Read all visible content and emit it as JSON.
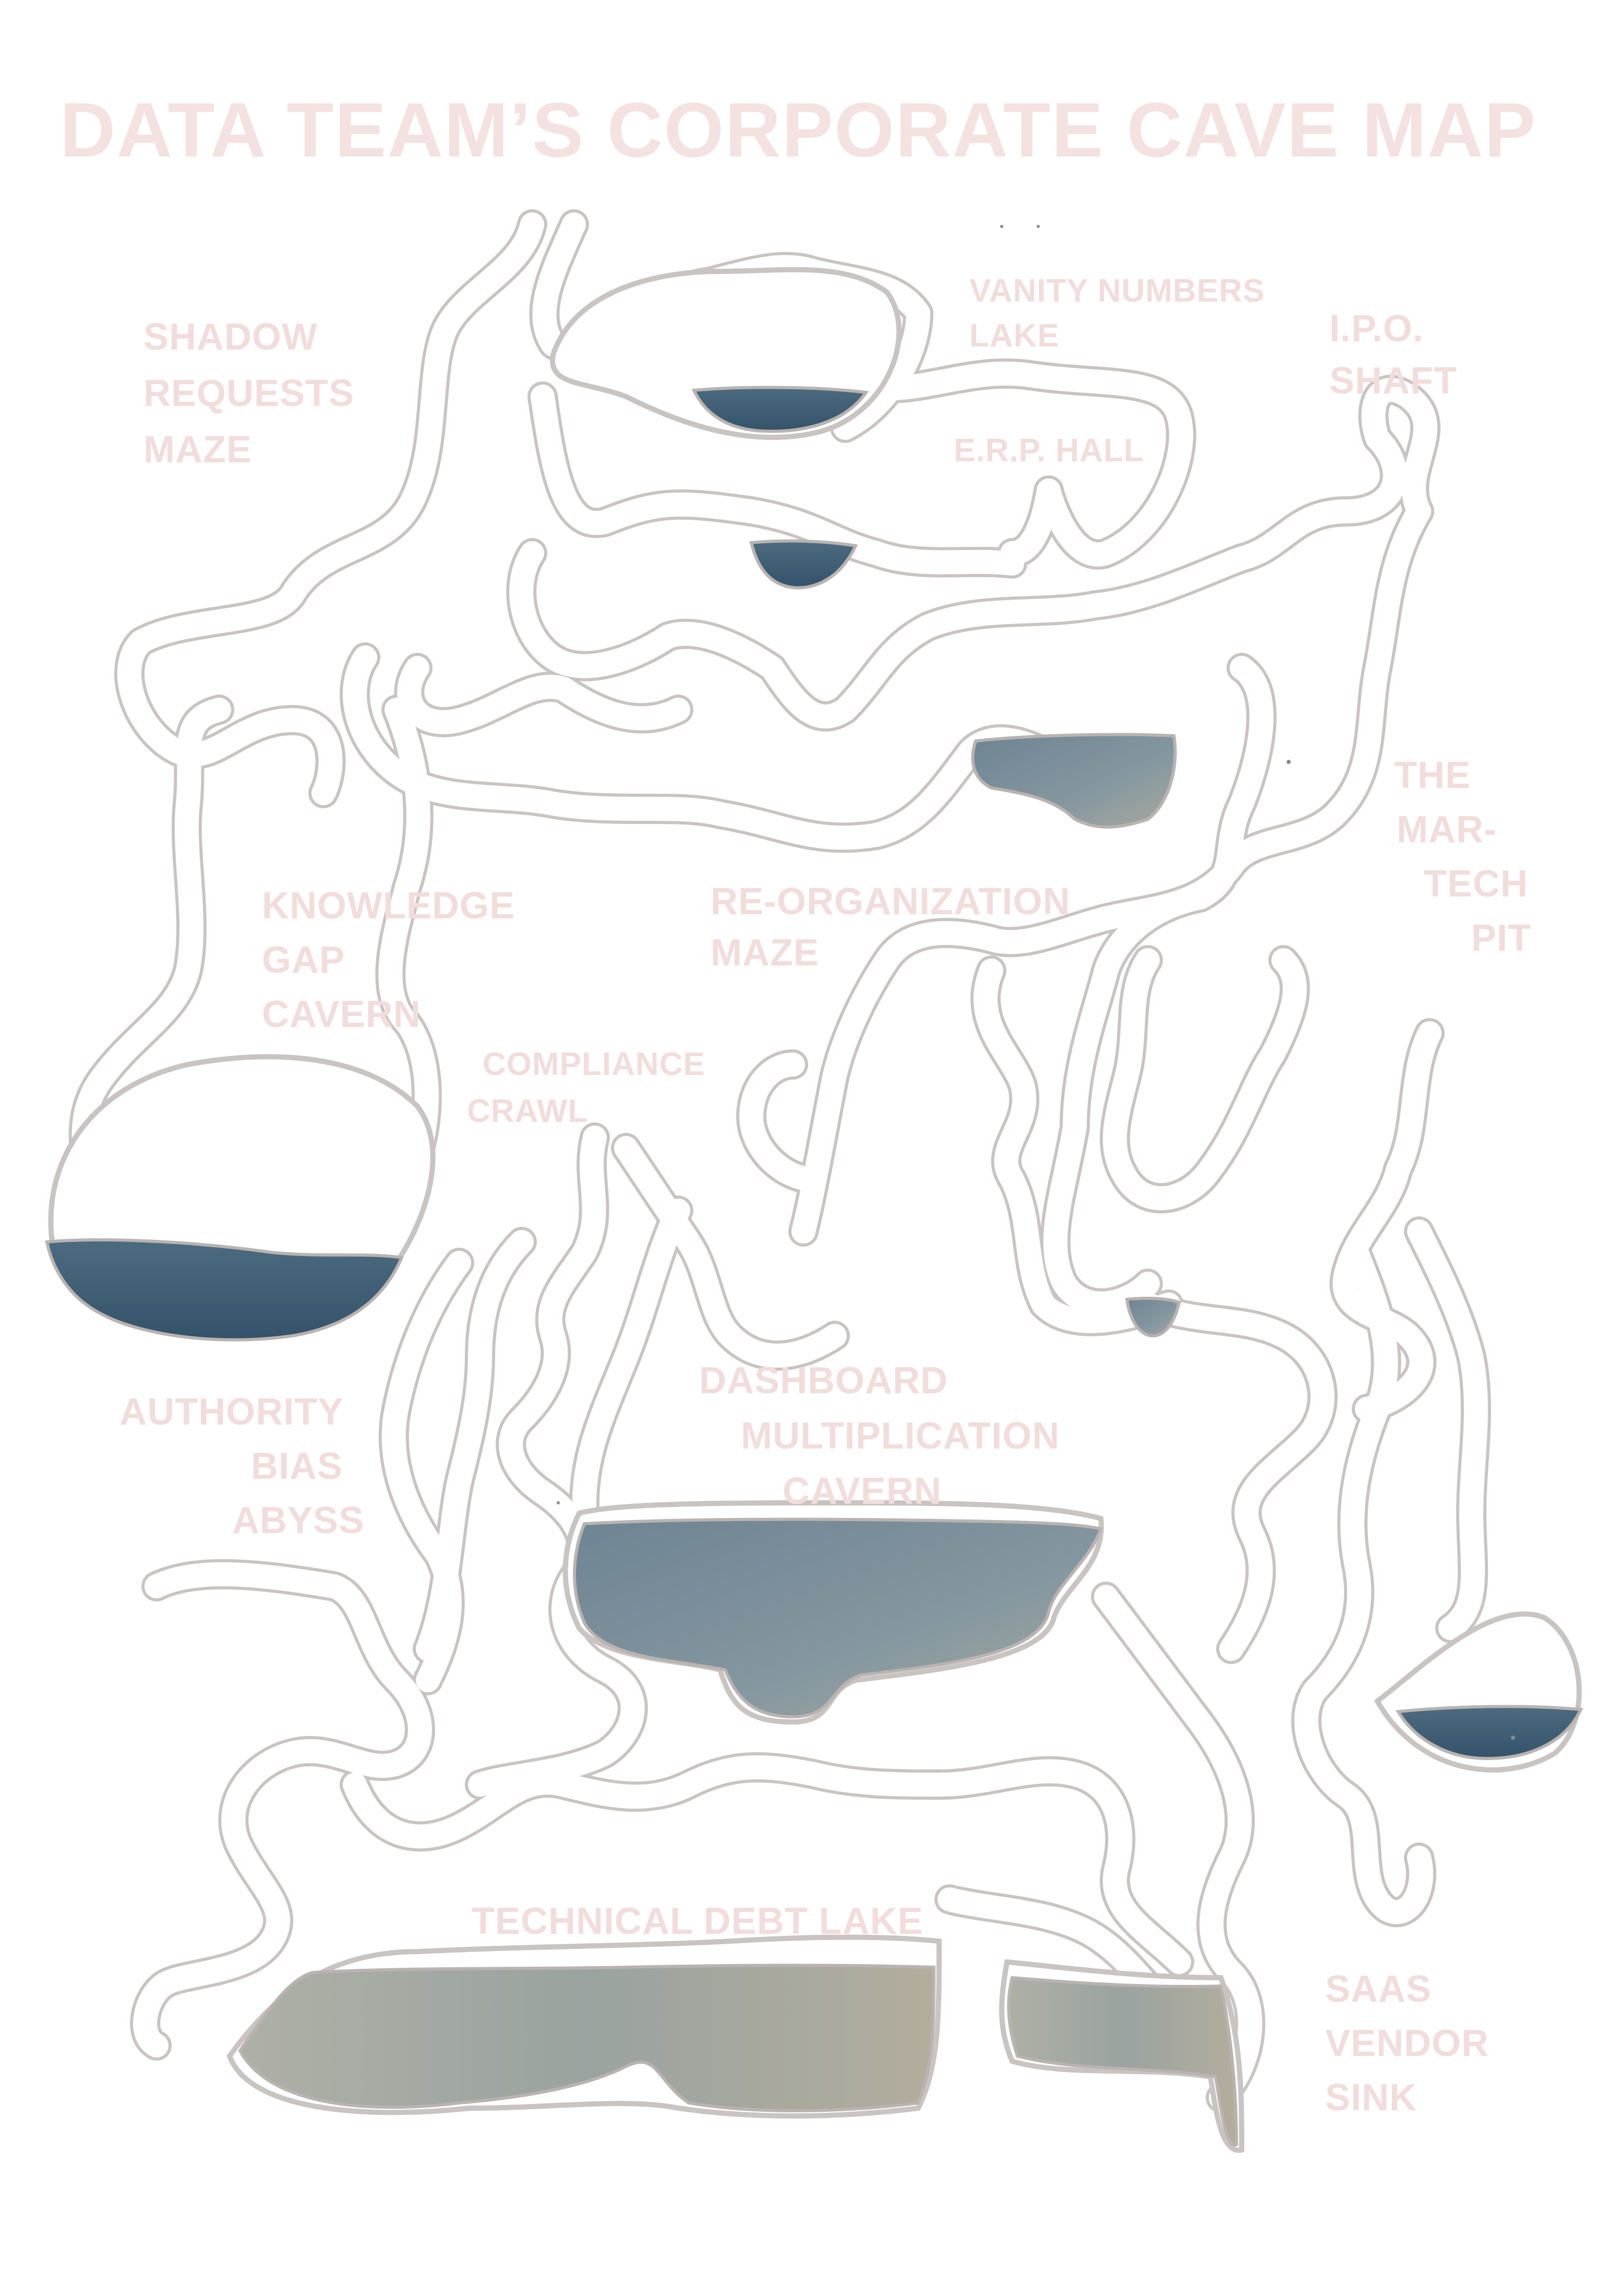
{
  "title": "DATA TEAM’S CORPORATE CAVE MAP",
  "colors": {
    "label_pink": "#f1dddb",
    "tunnel_edge": "#c9c4c2",
    "water_blue": "#3f5f74",
    "water_grey_blue": "#6f8592",
    "water_sand": "#b7b4a8"
  },
  "regions": {
    "shadow_requests_maze": [
      "SHADOW",
      "REQUESTS",
      "MAZE"
    ],
    "vanity_numbers_lake": [
      "VANITY NUMBERS",
      "LAKE"
    ],
    "ipo_shaft": [
      "I.P.O.",
      "SHAFT"
    ],
    "erp_hall": [
      "E.R.P. HALL"
    ],
    "the_martech_pit": [
      "THE",
      "MAR-",
      "TECH",
      "PIT"
    ],
    "knowledge_gap_cavern": [
      "KNOWLEDGE",
      "GAP",
      "CAVERN"
    ],
    "reorganization_maze": [
      "RE-ORGANIZATION",
      "MAZE"
    ],
    "compliance_crawl": [
      "COMPLIANCE",
      "CRAWL"
    ],
    "authority_bias_abyss": [
      "AUTHORITY",
      "BIAS",
      "ABYSS"
    ],
    "dashboard_multiplication_cavern": [
      "DASHBOARD",
      "MULTIPLICATION",
      "CAVERN"
    ],
    "technical_debt_lake": [
      "TECHNICAL DEBT LAKE"
    ],
    "saas_vendor_sink": [
      "SAAS",
      "VENDOR",
      "SINK"
    ]
  }
}
